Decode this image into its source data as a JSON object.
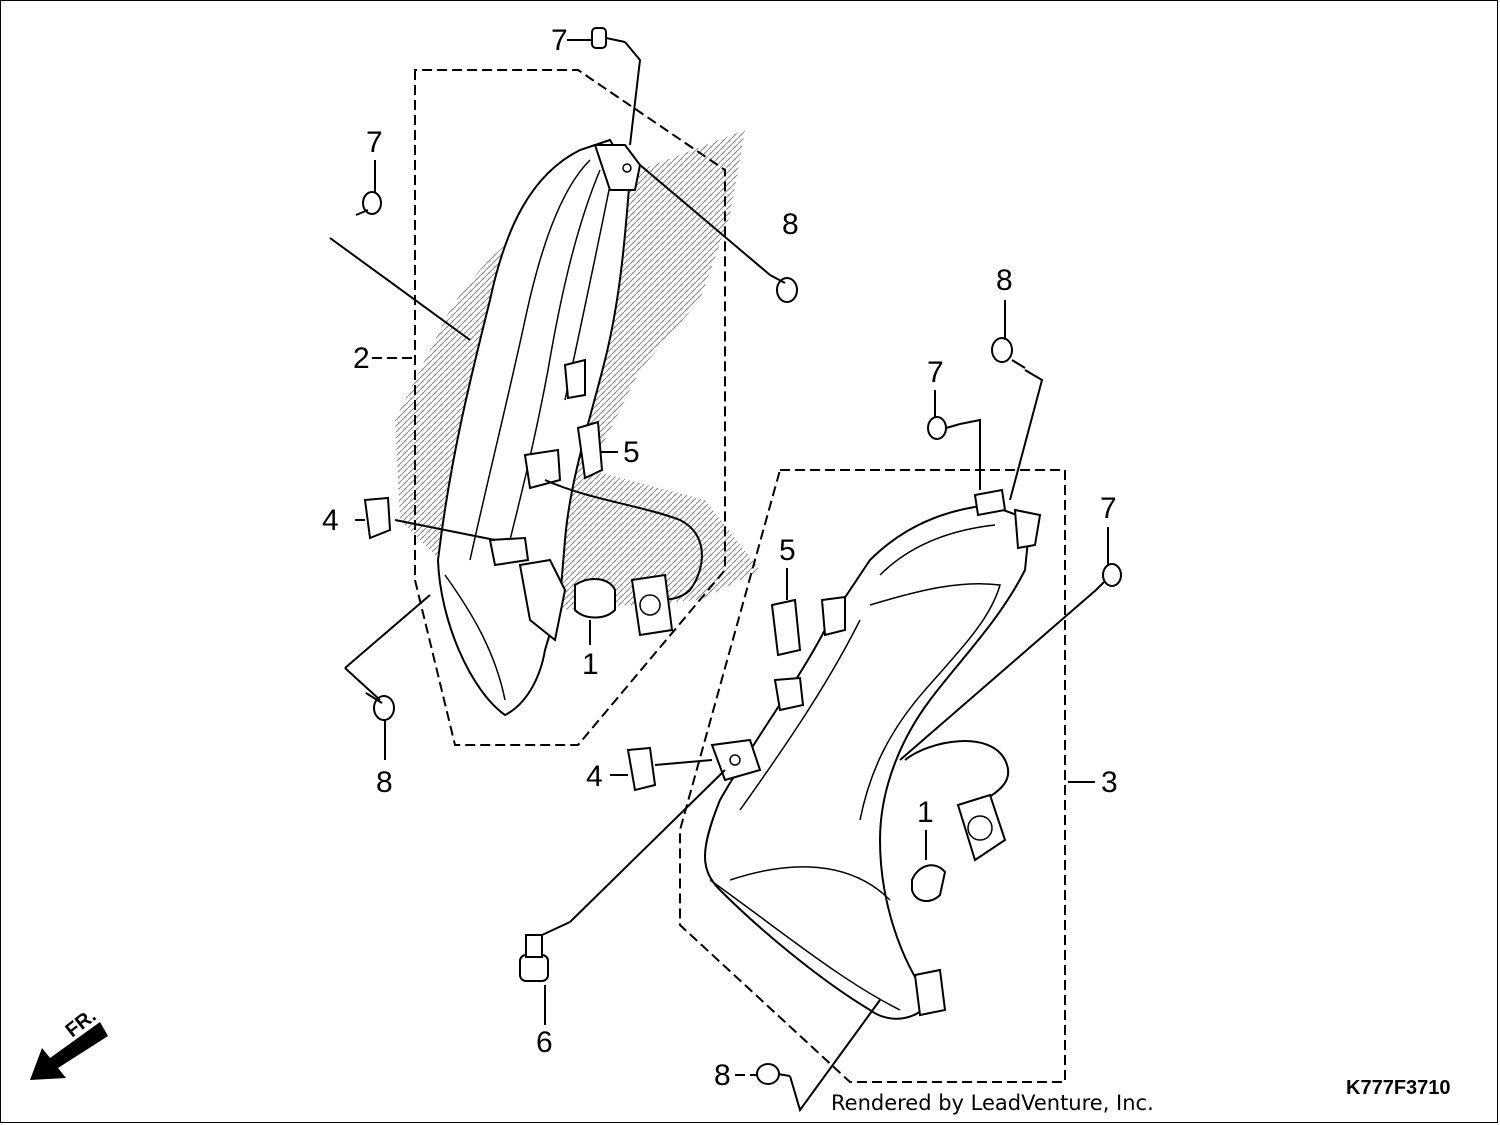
{
  "callouts": {
    "c7_top": "7",
    "c7_left": "7",
    "c8_topright": "8",
    "c2": "2",
    "c5_left": "5",
    "c4_left": "4",
    "c1_left": "1",
    "c8_bottomleft": "8",
    "c8_right": "8",
    "c7_mid": "7",
    "c7_right": "7",
    "c5_right": "5",
    "c4_right": "4",
    "c3": "3",
    "c1_right": "1",
    "c6": "6",
    "c8_bottom": "8"
  },
  "direction_marker": "FR.",
  "diagram_code": "K777F3710",
  "credit": "Rendered by LeadVenture, Inc.",
  "colors": {
    "line": "#000000",
    "shading": "#9a9a9a",
    "background": "#ffffff"
  }
}
